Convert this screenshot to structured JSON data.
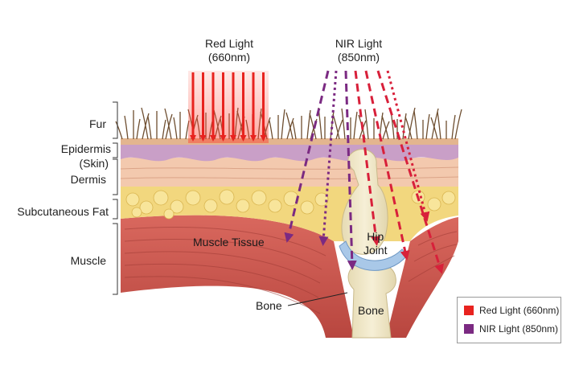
{
  "sources": {
    "red_title": "Red Light",
    "red_wavelength": "(660nm)",
    "nir_title": "NIR Light",
    "nir_wavelength": "(850nm)"
  },
  "layers": {
    "fur": "Fur",
    "epidermis": "Epidermis",
    "skin": "(Skin)",
    "dermis": "Dermis",
    "fat": "Subcutaneous Fat",
    "muscle": "Muscle"
  },
  "structures": {
    "muscle_tissue": "Muscle Tissue",
    "hip": "Hip",
    "joint": "Joint",
    "bone_callout": "Bone",
    "bone_inner": "Bone"
  },
  "legend": [
    {
      "label": "Red Light (660nm)",
      "color": "#e8231f"
    },
    {
      "label": "NIR Light (850nm)",
      "color": "#7b2a82"
    }
  ],
  "colors": {
    "red_light": "#e8231f",
    "nir_light": "#7b2a82",
    "nir_red_dashed": "#d8203a",
    "fur": "#7a5a3a",
    "epidermis": "#c9a0c8",
    "dermis": "#f0c4a8",
    "fat": "#f4d77a",
    "muscle": "#c9564f",
    "bone": "#efe6c6",
    "cartilage": "#a9c8e8"
  }
}
